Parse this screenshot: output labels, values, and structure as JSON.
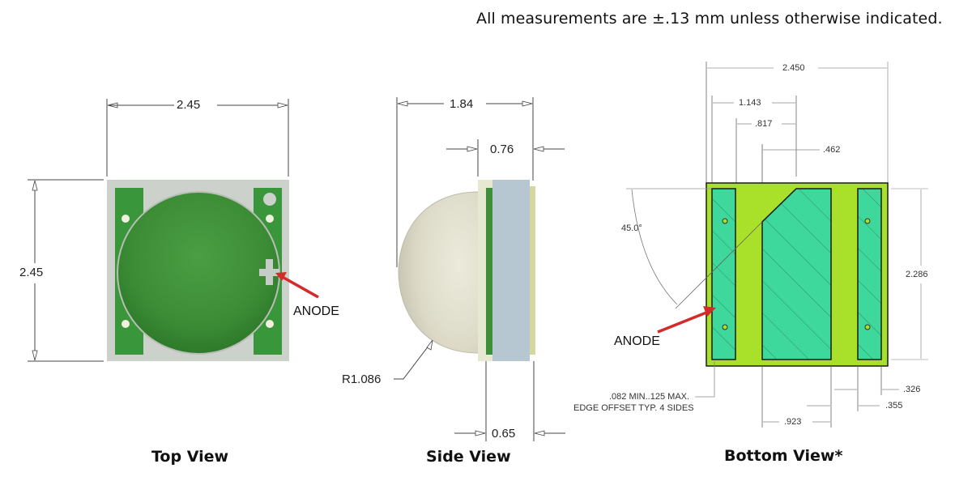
{
  "header": {
    "tolerance_note": "All measurements are ±.13 mm unless otherwise indicated."
  },
  "colors": {
    "lens_green": "#3f8f3a",
    "pad_green": "#3a963a",
    "substrate_gray": "#cdd1cc",
    "dome_cream": "#e4e3d2",
    "side_body_blue": "#b7c7d2",
    "side_edge_yellow": "#d6d79e",
    "bottom_yellowgreen": "#a8e02a",
    "bottom_pad_teal": "#3fd89c",
    "arrow_red": "#d42a2a"
  },
  "top_view": {
    "title": "Top View",
    "width_dim": "2.45",
    "height_dim": "2.45",
    "anode_label": "ANODE"
  },
  "side_view": {
    "title": "Side View",
    "overall_dim": "1.84",
    "top_dim": "0.76",
    "bottom_dim": "0.65",
    "radius_dim": "R1.086"
  },
  "bottom_view": {
    "title": "Bottom View*",
    "width_dim": "2.450",
    "dim_1143": "1.143",
    "dim_817": ".817",
    "dim_462": ".462",
    "angle_dim": "45.0°",
    "height_dim": "2.286",
    "anode_label": "ANODE",
    "edge_note_line1": ".082 MIN..125 MAX.",
    "edge_note_line2": "EDGE OFFSET TYP. 4 SIDES",
    "dim_923": ".923",
    "dim_355": ".355",
    "dim_326": ".326"
  }
}
